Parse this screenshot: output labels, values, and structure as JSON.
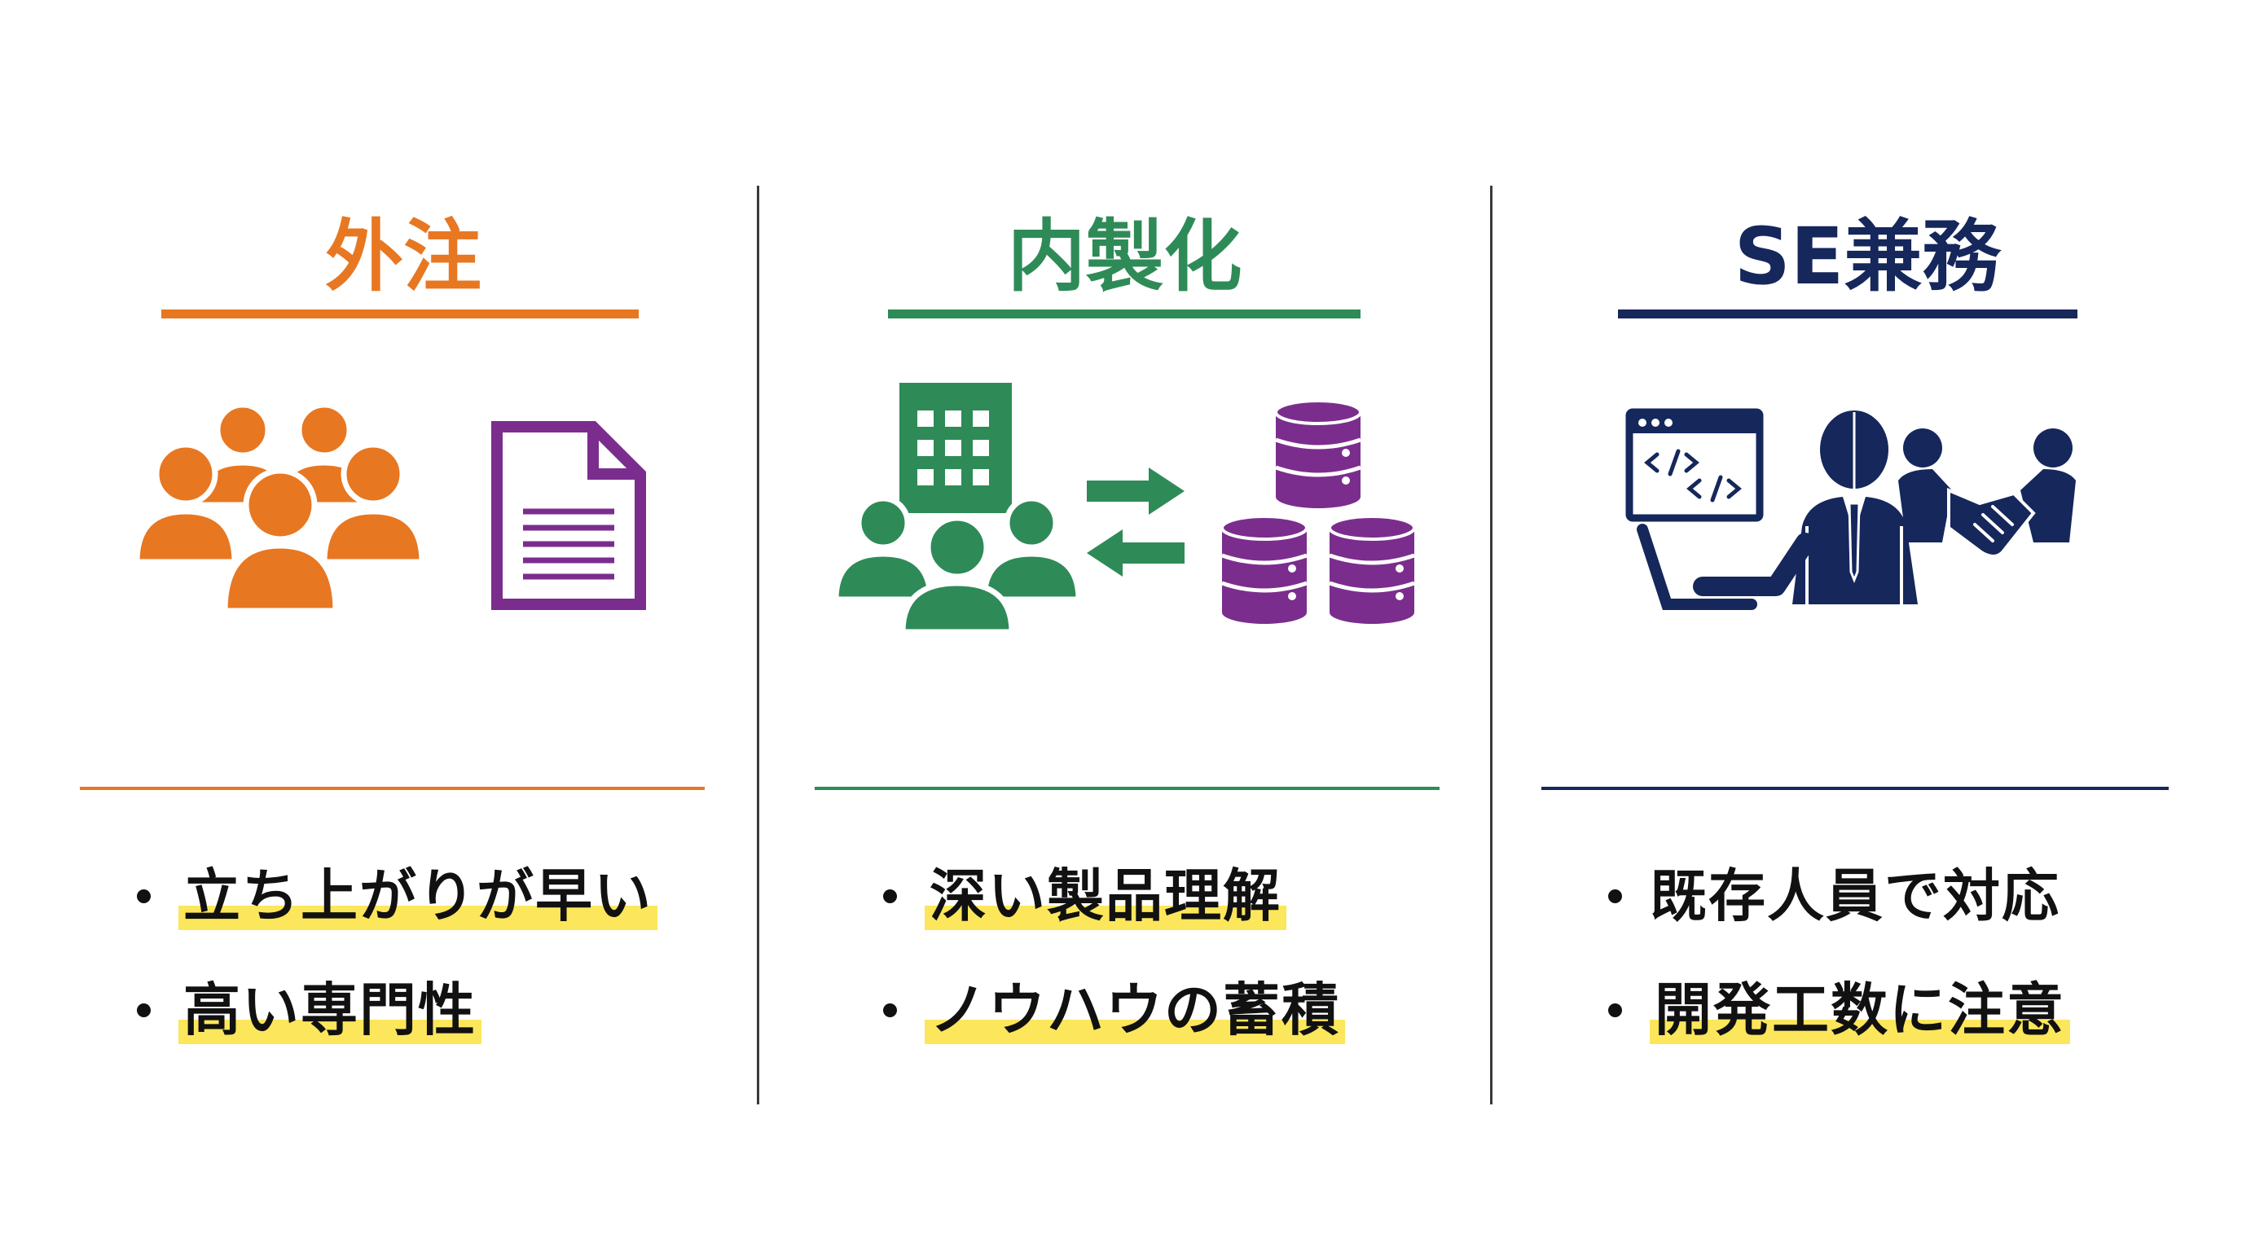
{
  "colors": {
    "orange": "#e87722",
    "green": "#2e8b57",
    "navy": "#15275b",
    "purple": "#7b2d8e",
    "highlight": "#fce65b"
  },
  "columns": [
    {
      "title": "外注",
      "icons": [
        "people-group-icon",
        "document-icon"
      ],
      "bullets": [
        {
          "text": "立ち上がりが早い",
          "highlighted": true
        },
        {
          "text": "高い専門性",
          "highlighted": true
        }
      ]
    },
    {
      "title": "内製化",
      "icons": [
        "building-team-icon",
        "exchange-arrows-icon",
        "database-stack-icon"
      ],
      "bullets": [
        {
          "text": "深い製品理解",
          "highlighted": true
        },
        {
          "text": "ノウハウの蓄積",
          "highlighted": true
        }
      ]
    },
    {
      "title": "SE兼務",
      "icons": [
        "code-window-icon",
        "engineer-icon",
        "handshake-icon"
      ],
      "bullets": [
        {
          "text": "既存人員で対応",
          "highlighted": false
        },
        {
          "text": "開発工数に注意",
          "highlighted": true
        }
      ]
    }
  ]
}
